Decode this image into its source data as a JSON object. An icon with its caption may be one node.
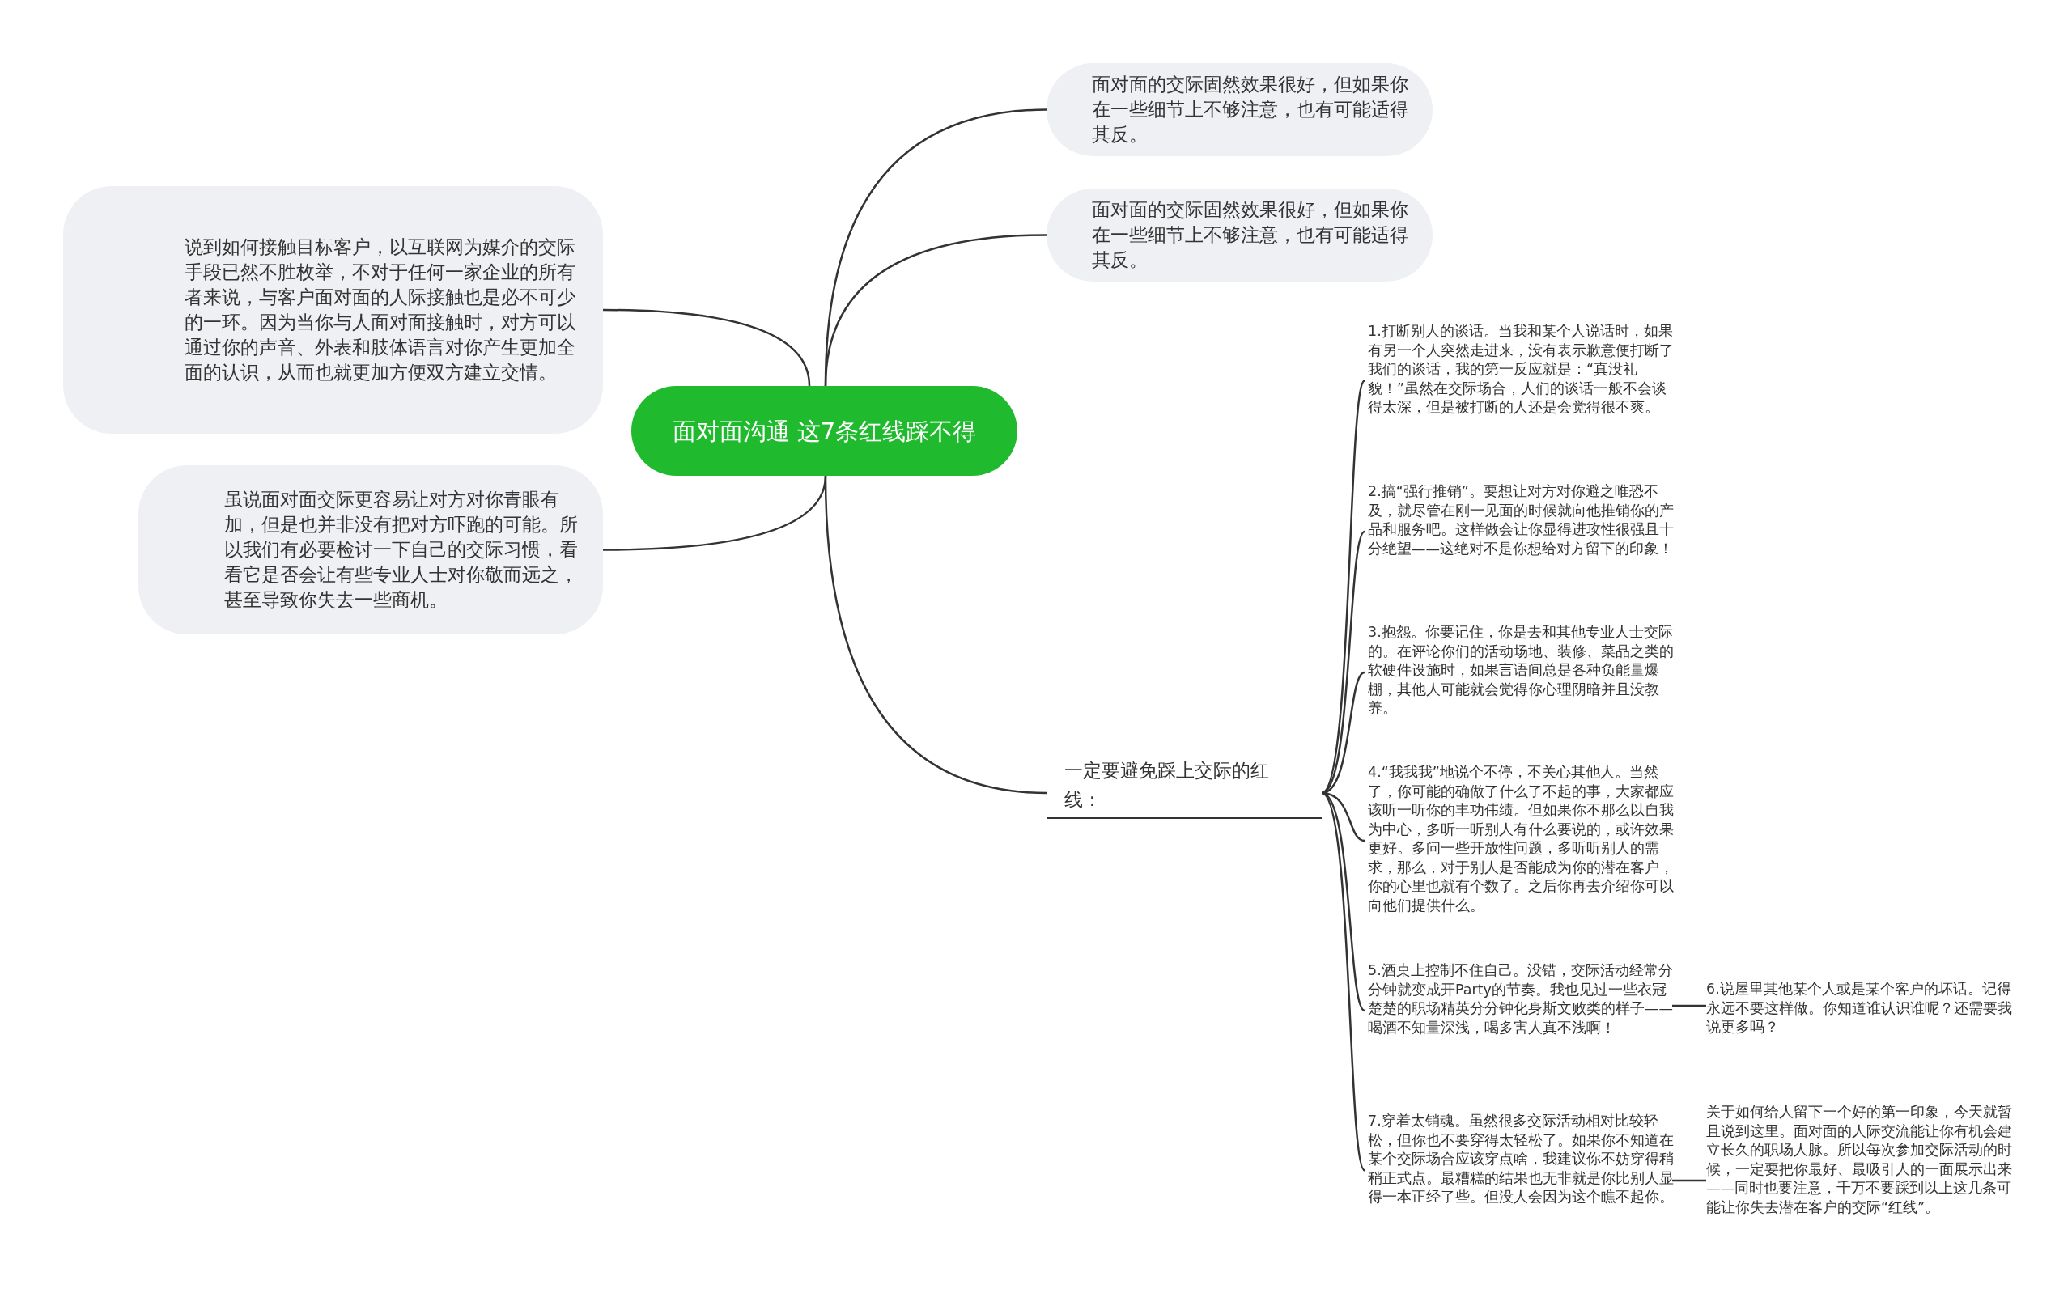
{
  "diagram": {
    "nodes": [
      {
        "text": [
          "面对面沟通 这7条红线踩不得"
        ]
      },
      {
        "text": [
          "面对面的交际固然效果很好，但如果你在一些细节上不够注意，也有可能适得其反。"
        ]
      },
      {
        "text": [
          "面对面的交际固然效果很好，但如果你在一些细节上不够注意，也有可能适得其反。"
        ]
      },
      {
        "text": [
          "说到如何接触目标客户，以互联网为媒介的交际手段已然不胜枚举，不对于任何一家企业的所有者来说，与客户面对面的人际接触也是必不可少的一环。因为当你与人面对面接触时，对方可以通过你的声音、外表和肢体语言对你产生更加全面的认识，从而也就更加方便双方建立交情。"
        ]
      },
      {
        "text": [
          "虽说面对面交际更容易让对方对你青眼有加，但是也并非没有把对方吓跑的可能。所以我们有必要检讨一下自己的交际习惯，看看它是否会让有些专业人士对你敬而远之，甚至导致你失去一些商机。"
        ]
      },
      {
        "text": [
          "一定要避免踩上交际的红线："
        ]
      },
      {
        "text": [
          "1.打断别人的谈话。当我和某个人说话时，如果有另一个人突然走进来，没有表示歉意便打断了我们的谈话，我的第一反应就是：“真没礼貌！”虽然在交际场合，人们的谈话一般不会谈得太深，但是被打断的人还是会觉得很不爽。"
        ]
      },
      {
        "text": [
          "2.搞“强行推销”。要想让对方对你避之唯恐不及，就尽管在刚一见面的时候就向他推销你的产品和服务吧。这样做会让你显得进攻性很强且十分绝望——这绝对不是你想给对方留下的印象！"
        ]
      },
      {
        "text": [
          "3.抱怨。你要记住，你是去和其他专业人士交际的。在评论你们的活动场地、装修、菜品之类的软硬件设施时，如果言语间总是各种负能量爆棚，其他人可能就会觉得你心理阴暗并且没教养。"
        ]
      },
      {
        "text": [
          "4.“我我我”地说个不停，不关心其他人。当然了，你可能的确做了什么了不起的事，大家都应该听一听你的丰功伟绩。但如果你不那么以自我为中心，多听一听别人有什么要说的，或许效果更好。多问一些开放性问题，多听听别人的需求，那么，对于别人是否能成为你的潜在客户，你的心里也就有个数了。之后你再去介绍你可以向他们提供什么。"
        ]
      },
      {
        "text": [
          "5.酒桌上控制不住自己。没错，交际活动经常分分钟就变成开Party的节奏。我也见过一些衣冠楚楚的职场精英分分钟化身斯文败类的样子——喝酒不知量深浅，喝多害人真不浅啊！"
        ]
      },
      {
        "text": [
          "6.说屋里其他某个人或是某个客户的坏话。记得永远不要这样做。你知道谁认识谁呢？还需要我说更多吗？"
        ]
      },
      {
        "text": [
          "7.穿着太销魂。虽然很多交际活动相对比较轻松，但你也不要穿得太轻松了。如果你不知道在某个交际场合应该穿点啥，我建议你不妨穿得稍稍正式点。最糟糕的结果也无非就是你比别人显得一本正经了些。但没人会因为这个瞧不起你。"
        ]
      },
      {
        "text": [
          "关于如何给人留下一个好的第一印象，今天就暂且说到这里。面对面的人际交流能让你有机会建立长久的职场人脉。所以每次参加交际活动的时候，一定要把你最好、最吸引人的一面展示出来——同时也要注意，千万不要踩到以上这几条可能让你失去潜在客户的交际“红线”。"
        ]
      }
    ],
    "edges": [
      {
        "from": 0,
        "to": 1,
        "arrow": "none"
      },
      {
        "from": 0,
        "to": 2,
        "arrow": "none"
      },
      {
        "from": 0,
        "to": 3,
        "arrow": "none"
      },
      {
        "from": 0,
        "to": 4,
        "arrow": "none"
      },
      {
        "from": 0,
        "to": 5,
        "arrow": "none"
      },
      {
        "from": 5,
        "to": 6,
        "arrow": "none"
      },
      {
        "from": 5,
        "to": 7,
        "arrow": "none"
      },
      {
        "from": 5,
        "to": 8,
        "arrow": "none"
      },
      {
        "from": 5,
        "to": 9,
        "arrow": "none"
      },
      {
        "from": 5,
        "to": 10,
        "arrow": "none"
      },
      {
        "from": 5,
        "to": 12,
        "arrow": "none"
      },
      {
        "from": 10,
        "to": 11,
        "arrow": "none"
      },
      {
        "from": 12,
        "to": 13,
        "arrow": "none"
      }
    ]
  }
}
